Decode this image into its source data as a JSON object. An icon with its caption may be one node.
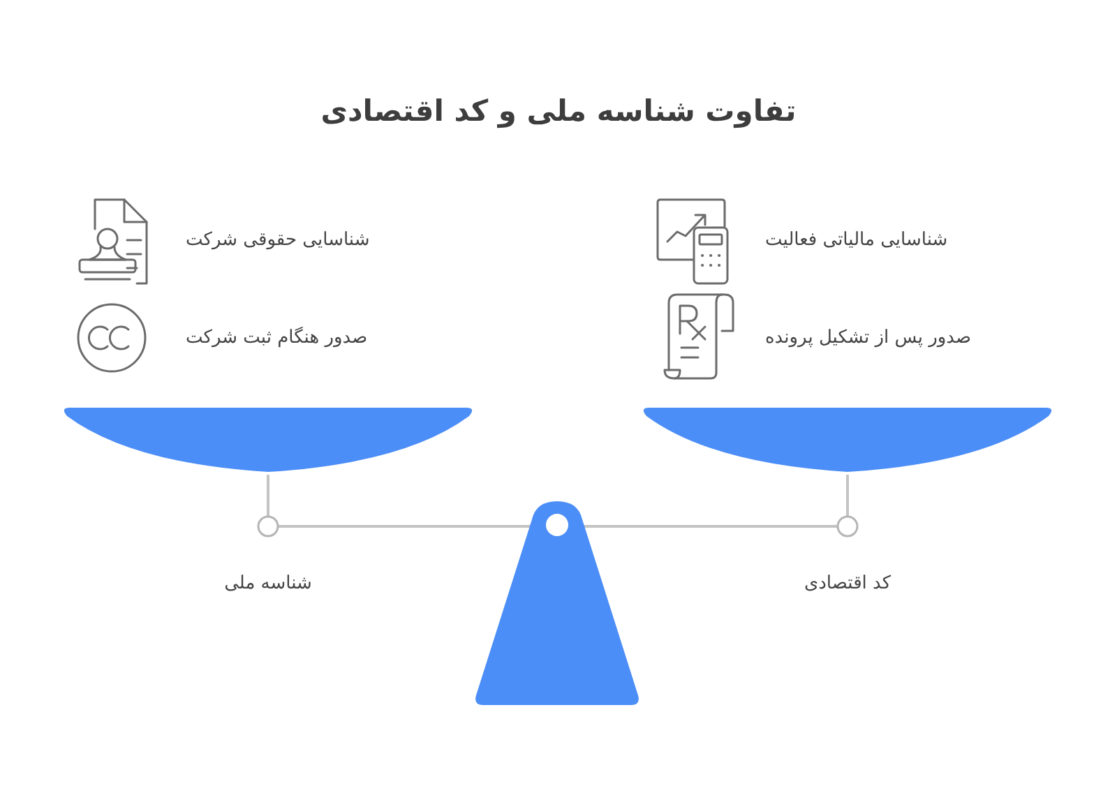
{
  "diagram": {
    "title": "تفاوت شناسه ملی و کد اقتصادی",
    "labels": [
      "شناسایی حقوقی شرکت",
      "شناسایی مالیاتی فعالیت",
      "صدور هنگام ثبت شرکت",
      "صدور پس از تشکیل پرونده",
      "شناسه ملی",
      "کد اقتصادی"
    ]
  }
}
